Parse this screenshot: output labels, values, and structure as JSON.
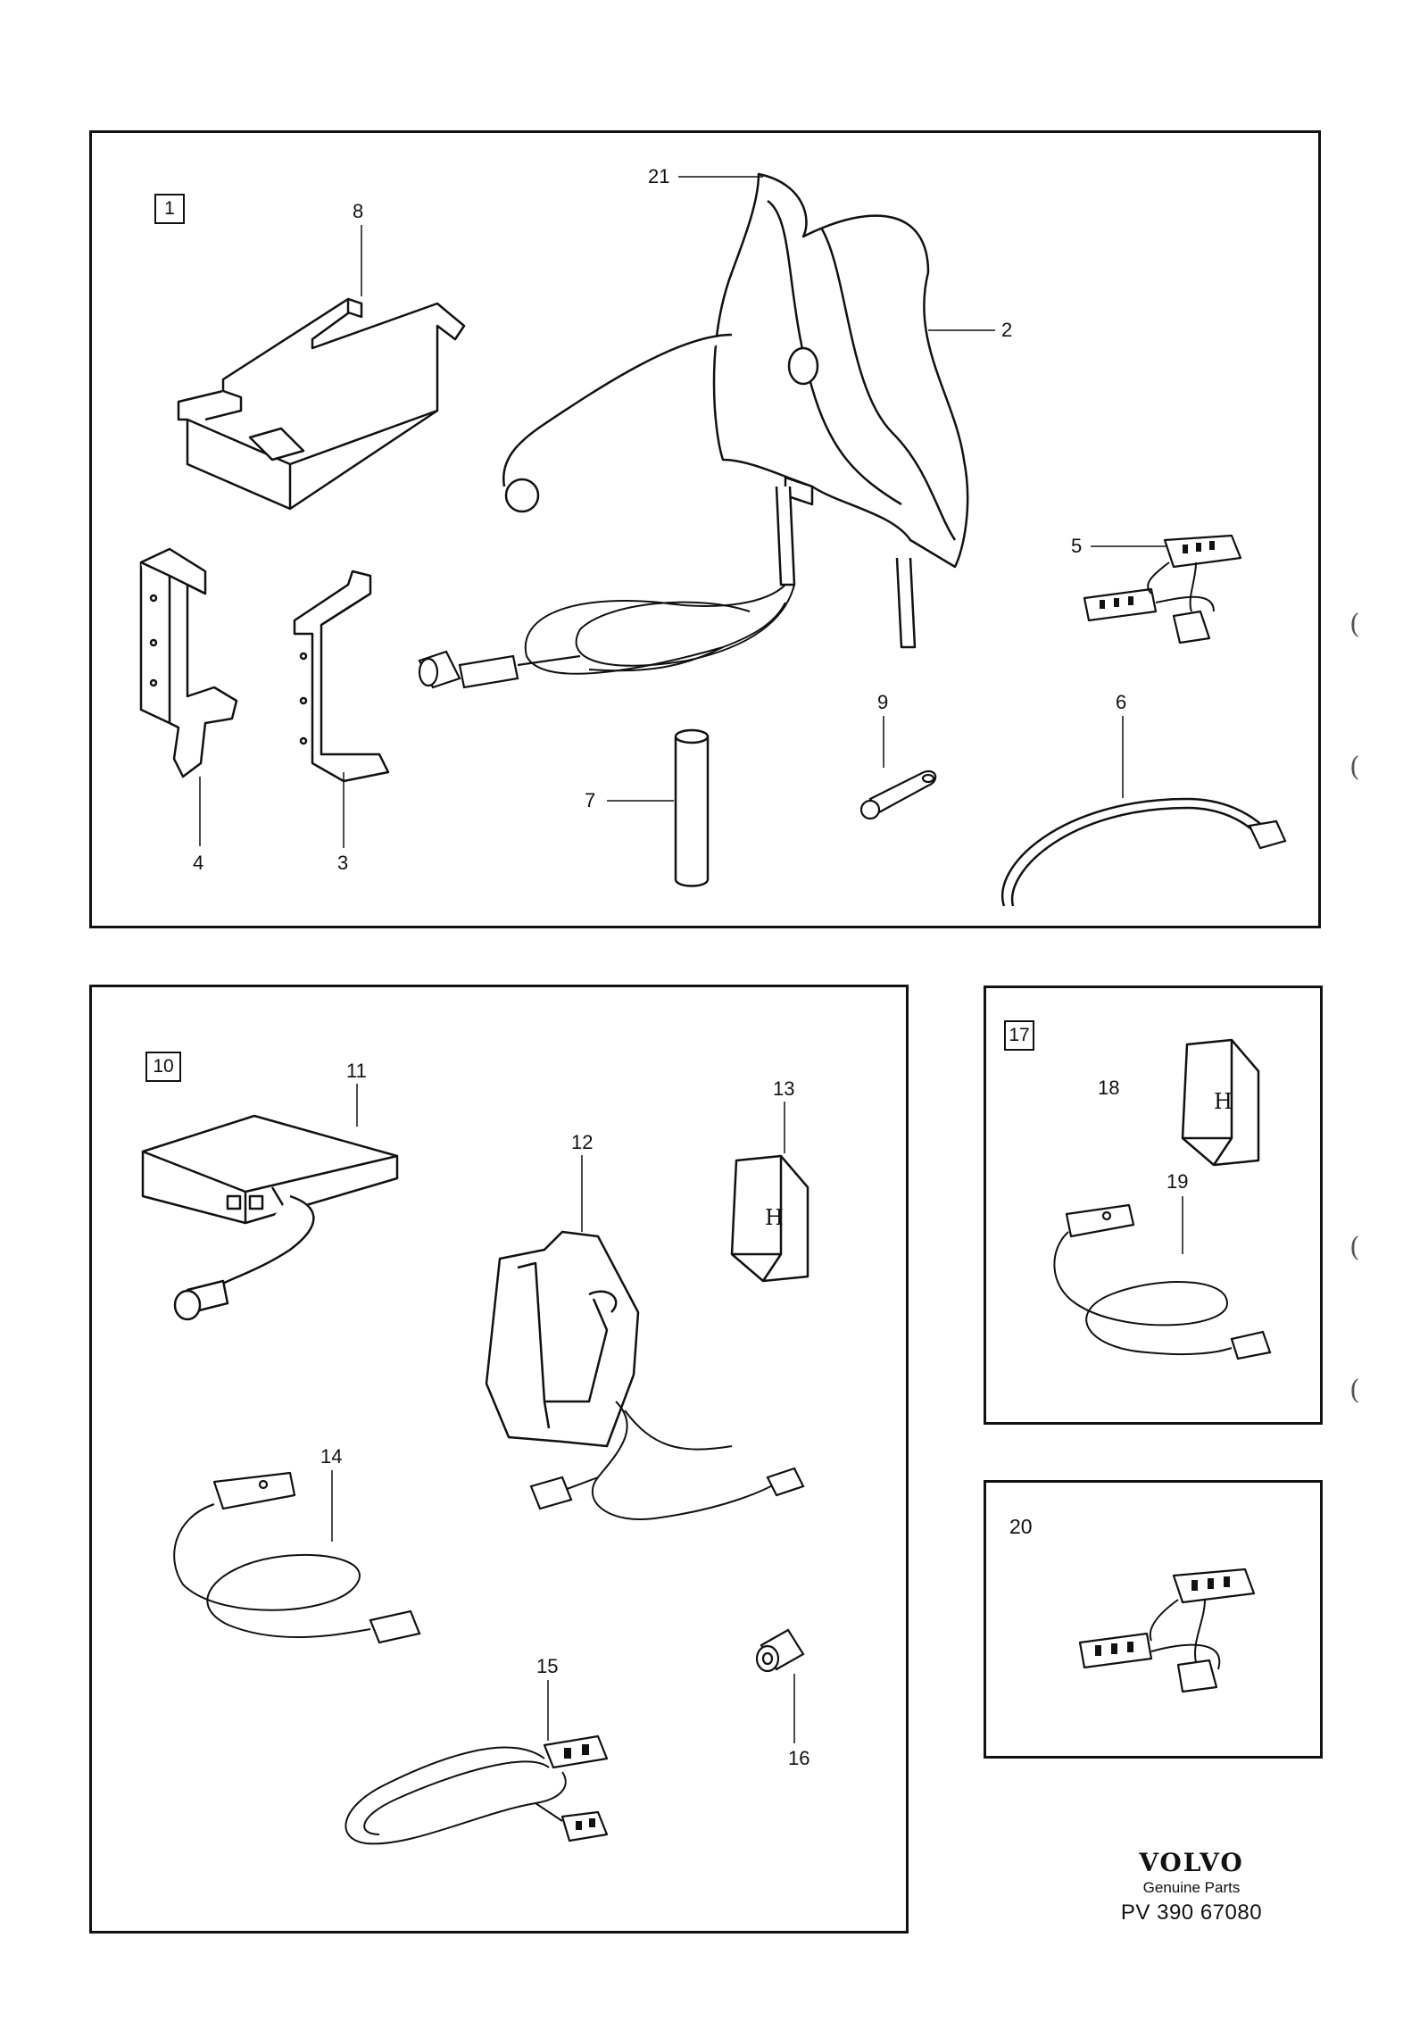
{
  "panels": {
    "p1": {
      "box": "1"
    },
    "p10": {
      "box": "10"
    },
    "p17": {
      "box": "17"
    },
    "p20": {
      "label": "20"
    }
  },
  "labels": {
    "l2": "2",
    "l3": "3",
    "l4": "4",
    "l5": "5",
    "l6": "6",
    "l7": "7",
    "l8": "8",
    "l9": "9",
    "l11": "11",
    "l12": "12",
    "l13": "13",
    "l14": "14",
    "l15": "15",
    "l16": "16",
    "l18": "18",
    "l19": "19",
    "l21": "21"
  },
  "brand": {
    "logo": "VOLVO",
    "subtitle": "Genuine Parts",
    "code": "PV 390 67080"
  },
  "margin_marks": [
    "(",
    "(",
    "(",
    "("
  ]
}
